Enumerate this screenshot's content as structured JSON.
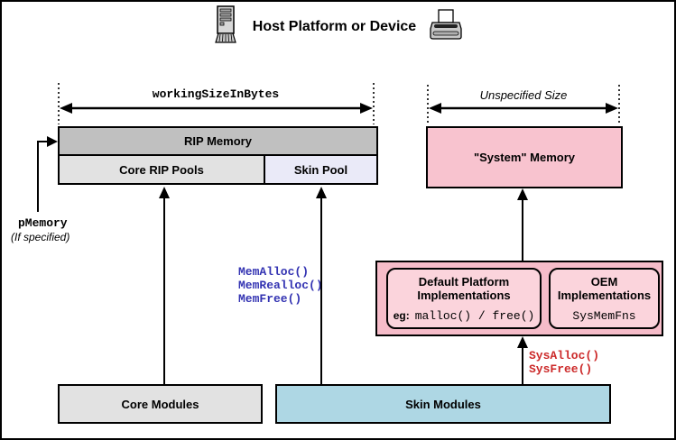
{
  "title": {
    "text": "Host Platform or Device"
  },
  "measurements": {
    "working_size_label": "workingSizeInBytes",
    "unspecified_label": "Unspecified Size"
  },
  "memory": {
    "rip_memory": "RIP Memory",
    "core_rip_pools": "Core RIP Pools",
    "skin_pool": "Skin Pool",
    "system_memory": "\"System\" Memory"
  },
  "pmemory": {
    "name": "pMemory",
    "note": "(If specified)"
  },
  "implementations": {
    "default_platform": {
      "title_line1": "Default Platform",
      "title_line2": "Implementations",
      "eg_label": "eg:",
      "eg_code": "malloc() / free()"
    },
    "oem": {
      "title_line1": "OEM",
      "title_line2": "Implementations",
      "code": "SysMemFns"
    }
  },
  "modules": {
    "core": "Core Modules",
    "skin": "Skin Modules"
  },
  "annotations": {
    "mem_fns": [
      "MemAlloc()",
      "MemRealloc()",
      "MemFree()"
    ],
    "sys_fns": [
      "SysAlloc()",
      "SysFree()"
    ]
  },
  "colors": {
    "rip_memory_gray": "#c0c0c0",
    "light_gray": "#e2e2e2",
    "skin_pool_lavender": "#eaeaf8",
    "system_pink": "#f8c3cf",
    "impl_inner_pink": "#fbd4dc",
    "skin_modules_blue": "#aed7e4",
    "mem_fn_blue": "#3333b2",
    "sys_fn_red": "#cc2929"
  }
}
